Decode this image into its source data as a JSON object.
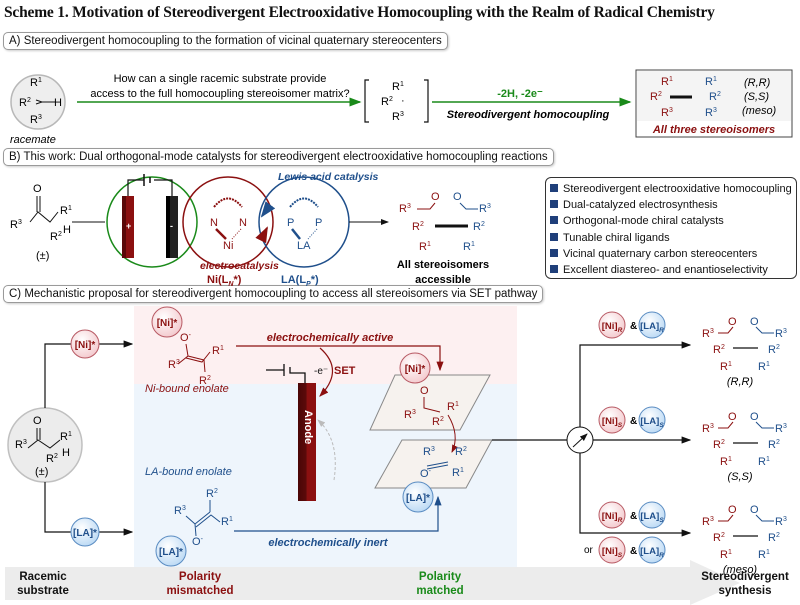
{
  "title": "Scheme 1. Motivation of Stereodivergent Electrooxidative Homocoupling with the Realm of Radical Chemistry",
  "colors": {
    "red": "#8b1010",
    "blue": "#1f4f8b",
    "green": "#1a8a1a",
    "redbg": "#fdf0f1",
    "bluebg": "#eef5fc",
    "gray": "#ececec"
  },
  "sectionA": {
    "header": "A) Stereodivergent homocoupling to the formation of vicinal quaternary stereocenters",
    "racemate_label": "racemate",
    "question_line1": "How can a single racemic substrate provide",
    "question_line2": "access to the full homocoupling stereoisomer matrix?",
    "conditions": "-2H, -2e⁻",
    "arrow_label": "Stereodivergent homocoupling",
    "isomers": [
      "(R,R)",
      "(S,S)",
      "(meso)"
    ],
    "result_label": "All three stereoisomers",
    "substituents": {
      "r1": "R¹",
      "r2": "R²",
      "r3": "R³",
      "h": "H"
    }
  },
  "sectionB": {
    "header": "B) This work: Dual orthogonal-mode catalysts for stereodivergent electrooxidative homocoupling reactions",
    "racemic": "(±)",
    "plus": "+",
    "minus": "-",
    "lewis_acid_label": "Lewis acid catalysis",
    "electrocatalysis_label": "electrocatalysis",
    "ni_catalyst": "Ni(L",
    "ni_sub": "N",
    "la_catalyst": "LA(L",
    "la_sub": "P",
    "product_label_line1": "All stereoisomers",
    "product_label_line2": "accessible",
    "features": [
      "Stereodivergent electrooxidative homocoupling",
      "Dual-catalyzed electrosynthesis",
      "Orthogonal-mode chiral catalysts",
      "Tunable chiral ligands",
      "Vicinal quaternary carbon stereocenters",
      "Excellent diastereo- and enantioselectivity"
    ]
  },
  "sectionC": {
    "header": "C) Mechanistic proposal for stereodivergent homocoupling to access all stereoisomers via SET pathway",
    "ni_tag": "[Ni]*",
    "la_tag": "[LA]*",
    "ni_enolate_label": "Ni-bound enolate",
    "la_enolate_label": "LA-bound enolate",
    "active_label": "electrochemically active",
    "inert_label": "electrochemically inert",
    "set_minus_e": "-e⁻",
    "set_label": "SET",
    "anode_label": "Anode",
    "racemic": "(±)",
    "or_label": "or",
    "amp": "&",
    "outcomes": [
      {
        "ni": "[Ni]*R",
        "la": "[LA]*R",
        "label": "(R,R)"
      },
      {
        "ni": "[Ni]*S",
        "la": "[LA]*S",
        "label": "(S,S)"
      },
      {
        "ni": "[Ni]*R",
        "la": "[LA]*S",
        "alt_ni": "[Ni]*S",
        "alt_la": "[LA]*R",
        "label": "(meso)"
      }
    ],
    "bottom": {
      "racemic_line1": "Racemic",
      "racemic_line2": "substrate",
      "mismatch_line1": "Polarity",
      "mismatch_line2": "mismatched",
      "match_line1": "Polarity",
      "match_line2": "matched",
      "stereo_line1": "Stereodivergent",
      "stereo_line2": "synthesis"
    }
  }
}
